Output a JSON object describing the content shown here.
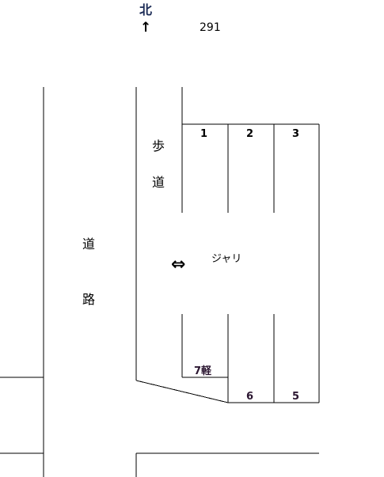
{
  "north": {
    "label": "北",
    "arrow": "↑"
  },
  "route_number": "291",
  "labels": {
    "sidewalk_1": "歩",
    "sidewalk_2": "道",
    "road_1": "道",
    "road_2": "路",
    "gravel": "ジャリ",
    "double_arrow": "⇔"
  },
  "spaces": {
    "s1": "1",
    "s2": "2",
    "s3": "3",
    "s5": "5",
    "s6": "6",
    "s7": "7軽"
  }
}
